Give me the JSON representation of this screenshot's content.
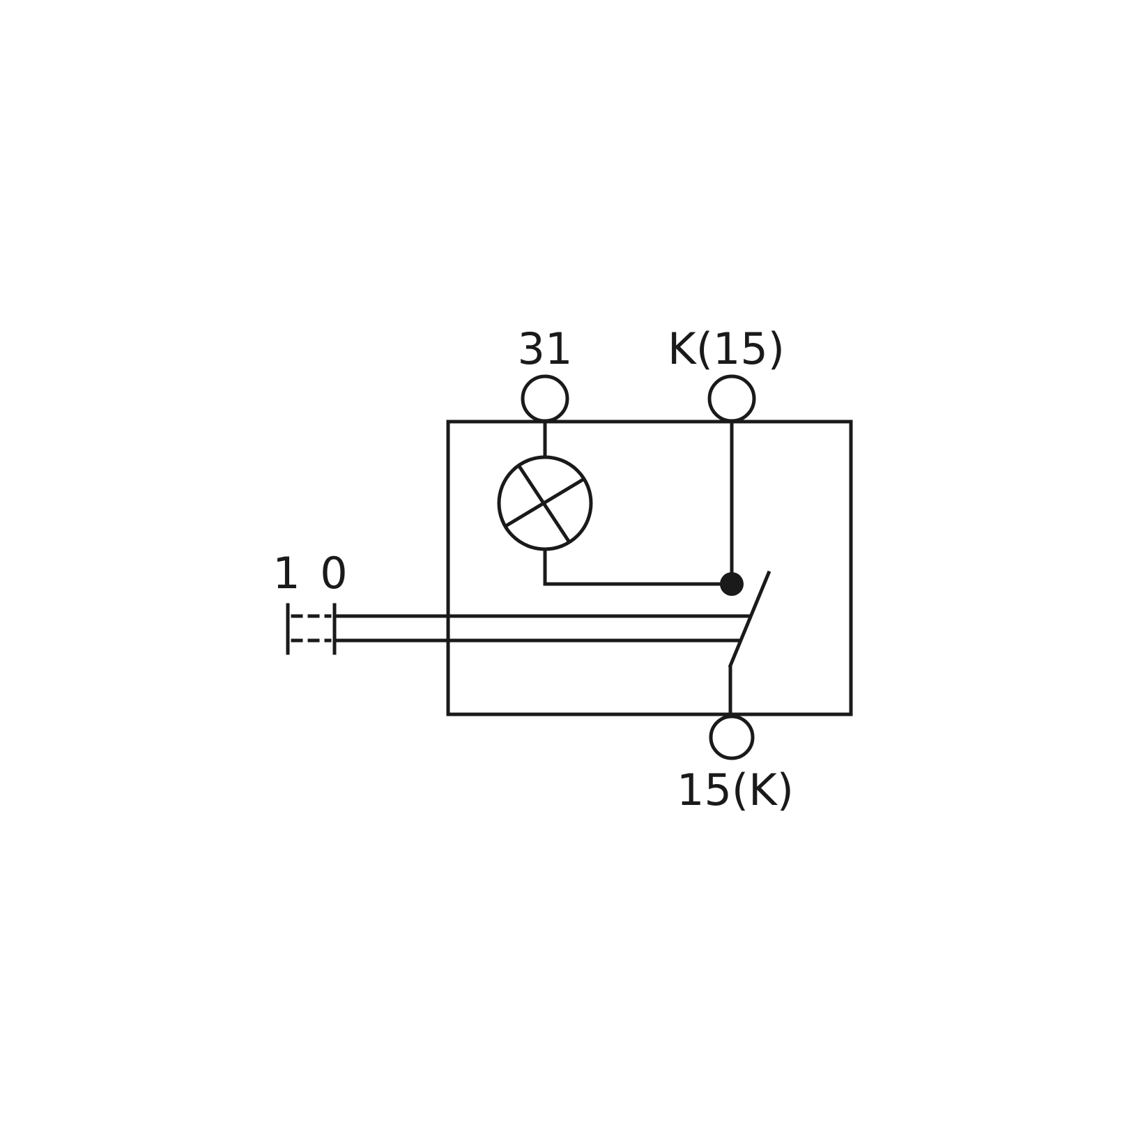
{
  "diagram": {
    "terminals": {
      "ground": "31",
      "switched_in": "K(15)",
      "switched_out": "15(K)"
    },
    "positions": {
      "on": "1",
      "off": "0"
    },
    "components": {
      "lamp": "indicator-lamp",
      "switch": "toggle-switch"
    },
    "colors": {
      "line": "#1a1a1a",
      "background": "#ffffff"
    }
  }
}
